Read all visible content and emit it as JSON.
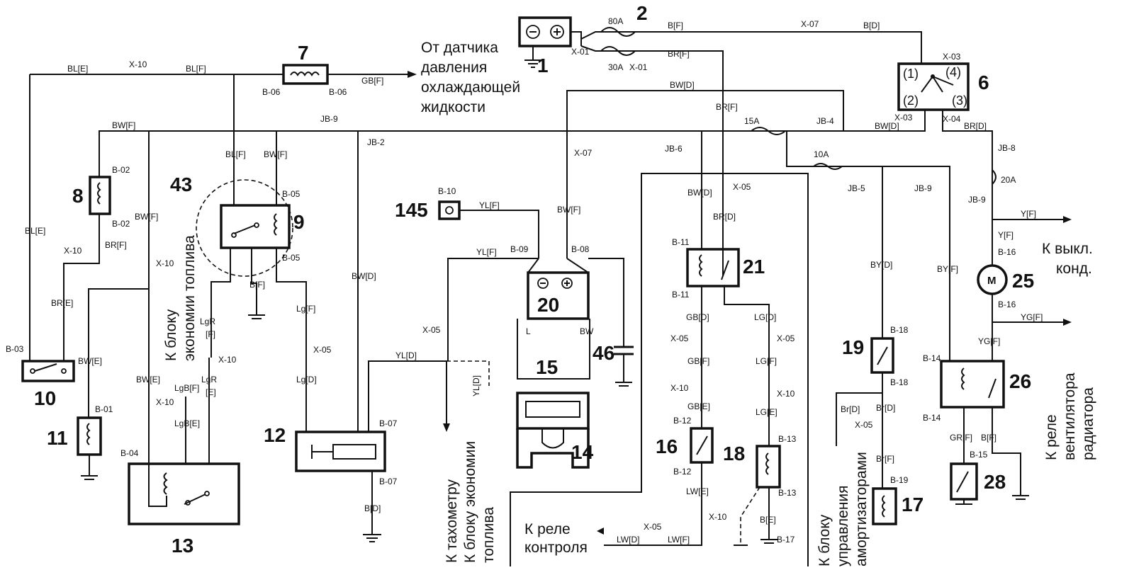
{
  "components": {
    "c1": "1",
    "c2": "2",
    "c6": "6",
    "c7": "7",
    "c8": "8",
    "c9": "9",
    "c10": "10",
    "c11": "11",
    "c12": "12",
    "c13": "13",
    "c14": "14",
    "c15": "15",
    "c16": "16",
    "c17": "17",
    "c18": "18",
    "c19": "19",
    "c20": "20",
    "c21": "21",
    "c25": "25",
    "c26": "26",
    "c28": "28",
    "c43": "43",
    "c46": "46",
    "c145": "145"
  },
  "switch6_positions": {
    "p1": "(1)",
    "p2": "(2)",
    "p3": "(3)",
    "p4": "(4)"
  },
  "notes": {
    "coolant_l1": "От датчика",
    "coolant_l2": "давления",
    "coolant_l3": "охлаждающей",
    "coolant_l4": "жидкости",
    "fuel_econ_l1": "К блоку",
    "fuel_econ_l2": "экономии топлива",
    "tacho_l1": "К тахометру",
    "tacho_l2": "К блоку экономии",
    "tacho_l3": "топлива",
    "relay_ctrl_l1": "К реле",
    "relay_ctrl_l2": "контроля",
    "shock_l1": "К блоку",
    "shock_l2": "управления",
    "shock_l3": "амортизаторами",
    "ac_l1": "К выкл.",
    "ac_l2": "конд.",
    "fan_l1": "К реле",
    "fan_l2": "вентилятора",
    "fan_l3": "радиатора"
  },
  "wire_labels": {
    "w_bl_e_top": "BL[E]",
    "w_x10_top": "X-10",
    "w_bl_f_top": "BL[F]",
    "w_gb_f": "GB[F]",
    "w_b06_l": "B-06",
    "w_b06_r": "B-06",
    "w_80a": "80A",
    "w_30a": "30A",
    "w_x01a": "X-01",
    "w_x01b": "X-01",
    "w_b_f": "B[F]",
    "w_br_f_top": "BR[F]",
    "w_x07_top": "X-07",
    "w_b_d": "B[D]",
    "w_x03_top": "X-03",
    "w_x03_bot": "X-03",
    "w_x04": "X-04",
    "w_bw_d_top": "BW[D]",
    "w_br_f_2": "BR[F]",
    "w_15a": "15A",
    "w_jb4": "JB-4",
    "w_bw_d_r": "BW[D]",
    "w_br_d_r": "BR[D]",
    "w_jb8c": "JB-8",
    "w_20a": "20A",
    "w_jb9_r": "JB-9",
    "w_bw_f_top": "BW[F]",
    "w_jb9_l": "JB-9",
    "w_jb2": "JB-2",
    "w_b02_a": "B-02",
    "w_b02_b": "B-02",
    "w_bl_e_l": "BL[E]",
    "w_x10_b": "X-10",
    "w_br_f_8": "BR[F]",
    "w_br_e": "BR[E]",
    "w_b03": "B-03",
    "w_bw_f_v": "BW[F]",
    "w_x10_c": "X-10",
    "w_bw_e_11": "BW[E]",
    "w_b01": "B-01",
    "w_bw_e_13": "BW[E]",
    "w_b04": "B-04",
    "w_x10_d": "X-10",
    "w_lgb_f": "LgB[F]",
    "w_lgb_e": "LgB[E]",
    "w_bl_f_9": "BL[F]",
    "w_bw_f_9": "BW[F]",
    "w_b05_a": "B-05",
    "w_b05_b": "B-05",
    "w_b_f_9": "B[F]",
    "w_lgr": "LgR",
    "w_lgr_f": "[F]",
    "w_x10_e": "X-10",
    "w_lgr2": "LgR",
    "w_lgr_e": "[E]",
    "w_lg_f": "Lg[F]",
    "w_x05_a": "X-05",
    "w_lg_d": "Lg[D]",
    "w_bw_d_12": "BW[D]",
    "w_b07_a": "B-07",
    "w_b07_b": "B-07",
    "w_b_d_12": "B[D]",
    "w_b10": "B-10",
    "w_yl_f": "YL[F]",
    "w_x07_mid": "X-07",
    "w_bw_f_20": "BW[F]",
    "w_yl_f_2": "YL[F]",
    "w_b09": "B-09",
    "w_b08": "B-08",
    "w_x05_b": "X-05",
    "w_yl_d": "YL[D]",
    "w_yl_d_2": "YL[D]",
    "w_l": "L",
    "w_bw": "BW",
    "w_jb6": "JB-6",
    "w_x05_c": "X-05",
    "w_bw_d_21": "BW[D]",
    "w_br_d_21": "BR[D]",
    "w_b11_a": "B-11",
    "w_b11_b": "B-11",
    "w_gb_d": "GB[D]",
    "w_lg_d_21": "LG[D]",
    "w_x05_d": "X-05",
    "w_x05_e": "X-05",
    "w_gb_f_16": "GB[F]",
    "w_lg_f_18": "LG[F]",
    "w_x10_f": "X-10",
    "w_x10_g": "X-10",
    "w_gb_e": "GB[E]",
    "w_lg_e": "LG[E]",
    "w_b12_a": "B-12",
    "w_b12_b": "B-12",
    "w_b13_a": "B-13",
    "w_b13_b": "B-13",
    "w_lw_e": "LW[E]",
    "w_x10_h": "X-10",
    "w_b_e_18": "B[E]",
    "w_b17": "B-17",
    "w_x05_f": "X-05",
    "w_lw_d": "LW[D]",
    "w_lw_f": "LW[F]",
    "w_10a": "10A",
    "w_jb5": "JB-5",
    "w_jb9_2": "JB-9",
    "w_by_d": "BY[D]",
    "w_by_f": "BY[F]",
    "w_b18_a": "B-18",
    "w_b18_b": "B-18",
    "w_br_d_19": "Br[D]",
    "w_br_d_19b": "Br[D]",
    "w_x05_g": "X-05",
    "w_br_f_17": "Br[F]",
    "w_b19": "B-19",
    "w_y_f": "Y[F]",
    "w_y_f_2": "Y[F]",
    "w_b16_a": "B-16",
    "w_b16_b": "B-16",
    "w_yg_f": "YG[F]",
    "w_yg_f_2": "YG[F]",
    "w_b14_a": "B-14",
    "w_b14_b": "B-14",
    "w_gr_f": "GR[F]",
    "w_b_f_26": "B[F]",
    "w_b15": "B-15"
  }
}
